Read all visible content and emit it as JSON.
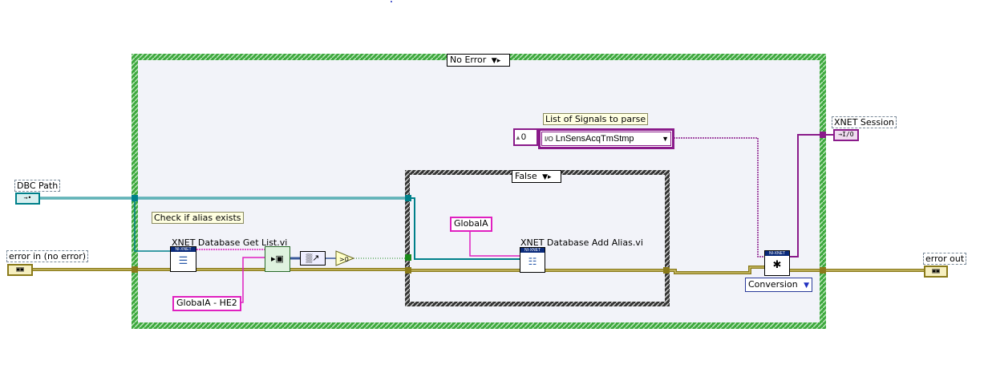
{
  "labels": {
    "dbc_path": "DBC Path",
    "error_in": "error in (no error)",
    "error_out": "error out",
    "xnet_session": "XNET Session",
    "comment_alias": "Check if alias exists",
    "get_list_vi": "XNET Database Get List.vi",
    "add_alias_vi": "XNET Database Add Alias.vi",
    "signals_list": "List of Signals to parse"
  },
  "case_structures": {
    "outer_selector": "No Error",
    "inner_selector": "False"
  },
  "constants": {
    "globala_he2": "GlobalA - HE2",
    "globala": "GlobalA",
    "signal_index": "0",
    "signal_name": "LnSensAcqTmStmp",
    "conversion": "Conversion",
    "compare_op": ">0"
  },
  "subvi_headers": {
    "get_list": "NI-XNET",
    "add_alias": "NI-XNET",
    "session": "NI-XNET"
  },
  "colors": {
    "outer_frame": "#2ca02c",
    "inner_frame": "#222222",
    "path_wire": "#00808a",
    "error_wire": "#8a7a1a",
    "string_wire": "#e020c0",
    "session_wire": "#8a1a8a"
  }
}
